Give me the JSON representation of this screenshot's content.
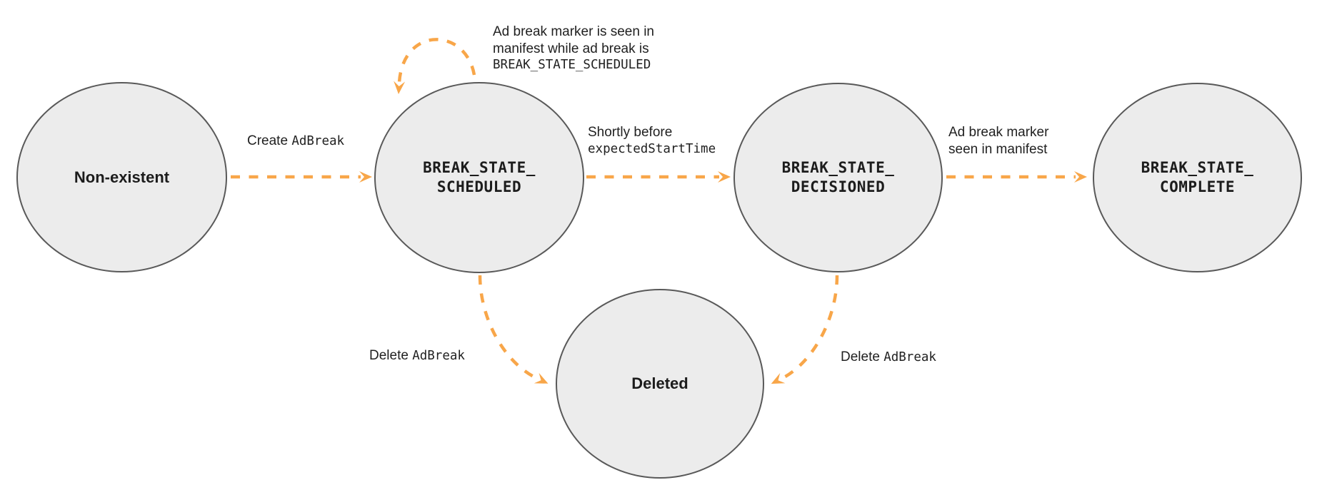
{
  "diagram": {
    "type": "state-machine",
    "background": "#ffffff",
    "colors": {
      "arrow": "#F8A649",
      "node_fill": "#ECECEC",
      "node_border": "#595959",
      "text": "#1C1C1C"
    },
    "states": {
      "non_existent": {
        "label": "Non-existent"
      },
      "scheduled": {
        "label": "BREAK_STATE_\nSCHEDULED"
      },
      "decisioned": {
        "label": "BREAK_STATE_\nDECISIONED"
      },
      "complete": {
        "label": "BREAK_STATE_\nCOMPLETE"
      },
      "deleted": {
        "label": "Deleted"
      }
    },
    "transitions": {
      "create": {
        "from": "non_existent",
        "to": "scheduled",
        "text_sans": "Create ",
        "text_mono": "AdBreak"
      },
      "self_loop": {
        "from": "scheduled",
        "to": "scheduled",
        "line1": "Ad break marker is seen in",
        "line2": "manifest while ad break is",
        "line3_mono": "BREAK_STATE_SCHEDULED"
      },
      "to_decisioned": {
        "from": "scheduled",
        "to": "decisioned",
        "line1_sans": "Shortly before",
        "line2_mono": "expectedStartTime"
      },
      "to_complete": {
        "from": "decisioned",
        "to": "complete",
        "line1": "Ad break marker",
        "line2": "seen in manifest"
      },
      "delete_from_scheduled": {
        "from": "scheduled",
        "to": "deleted",
        "text_sans": "Delete ",
        "text_mono": "AdBreak"
      },
      "delete_from_decisioned": {
        "from": "decisioned",
        "to": "deleted",
        "text_sans": "Delete ",
        "text_mono": "AdBreak"
      }
    }
  }
}
